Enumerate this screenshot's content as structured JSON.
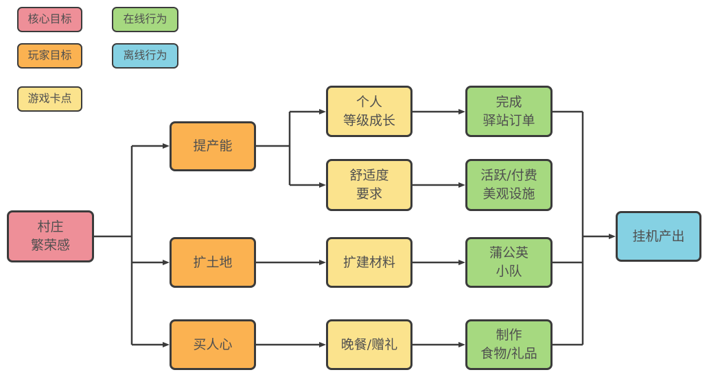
{
  "diagram": {
    "legend": [
      {
        "label": "核心目标",
        "color": "#ee8f98"
      },
      {
        "label": "在线行为",
        "color": "#a6d980"
      },
      {
        "label": "玩家目标",
        "color": "#fbb251"
      },
      {
        "label": "离线行为",
        "color": "#85d1e3"
      },
      {
        "label": "游戏卡点",
        "color": "#fbe38d"
      }
    ],
    "nodes": {
      "village": {
        "label": "村庄\n繁荣感",
        "category": "核心目标",
        "color": "#ee8f98"
      },
      "boost": {
        "label": "提产能",
        "category": "玩家目标",
        "color": "#fbb251"
      },
      "expand": {
        "label": "扩土地",
        "category": "玩家目标",
        "color": "#fbb251"
      },
      "hearts": {
        "label": "买人心",
        "category": "玩家目标",
        "color": "#fbb251"
      },
      "level": {
        "label": "个人\n等级成长",
        "category": "游戏卡点",
        "color": "#fbe38d"
      },
      "comfort": {
        "label": "舒适度\n要求",
        "category": "游戏卡点",
        "color": "#fbe38d"
      },
      "materials": {
        "label": "扩建材料",
        "category": "游戏卡点",
        "color": "#fbe38d"
      },
      "dinner": {
        "label": "晚餐/赠礼",
        "category": "游戏卡点",
        "color": "#fbe38d"
      },
      "orders": {
        "label": "完成\n驿站订单",
        "category": "在线行为",
        "color": "#a6d980"
      },
      "facilities": {
        "label": "活跃/付费\n美观设施",
        "category": "在线行为",
        "color": "#a6d980"
      },
      "dandelion": {
        "label": "蒲公英\n小队",
        "category": "在线行为",
        "color": "#a6d980"
      },
      "crafting": {
        "label": "制作\n食物/礼品",
        "category": "在线行为",
        "color": "#a6d980"
      },
      "idle": {
        "label": "挂机产出",
        "category": "离线行为",
        "color": "#85d1e3"
      }
    },
    "edges": [
      {
        "from": "village",
        "to": "boost"
      },
      {
        "from": "village",
        "to": "expand"
      },
      {
        "from": "village",
        "to": "hearts"
      },
      {
        "from": "boost",
        "to": "level"
      },
      {
        "from": "boost",
        "to": "comfort"
      },
      {
        "from": "expand",
        "to": "materials"
      },
      {
        "from": "hearts",
        "to": "dinner"
      },
      {
        "from": "level",
        "to": "orders"
      },
      {
        "from": "comfort",
        "to": "facilities"
      },
      {
        "from": "materials",
        "to": "dandelion"
      },
      {
        "from": "dinner",
        "to": "crafting"
      },
      {
        "from": "orders",
        "to": "idle"
      },
      {
        "from": "dandelion",
        "to": "idle"
      },
      {
        "from": "crafting",
        "to": "idle"
      }
    ],
    "colors": {
      "line": "#3b3b3b",
      "border": "#3b3b3b",
      "text": "#4f4f4f",
      "background": "#ffffff"
    }
  }
}
